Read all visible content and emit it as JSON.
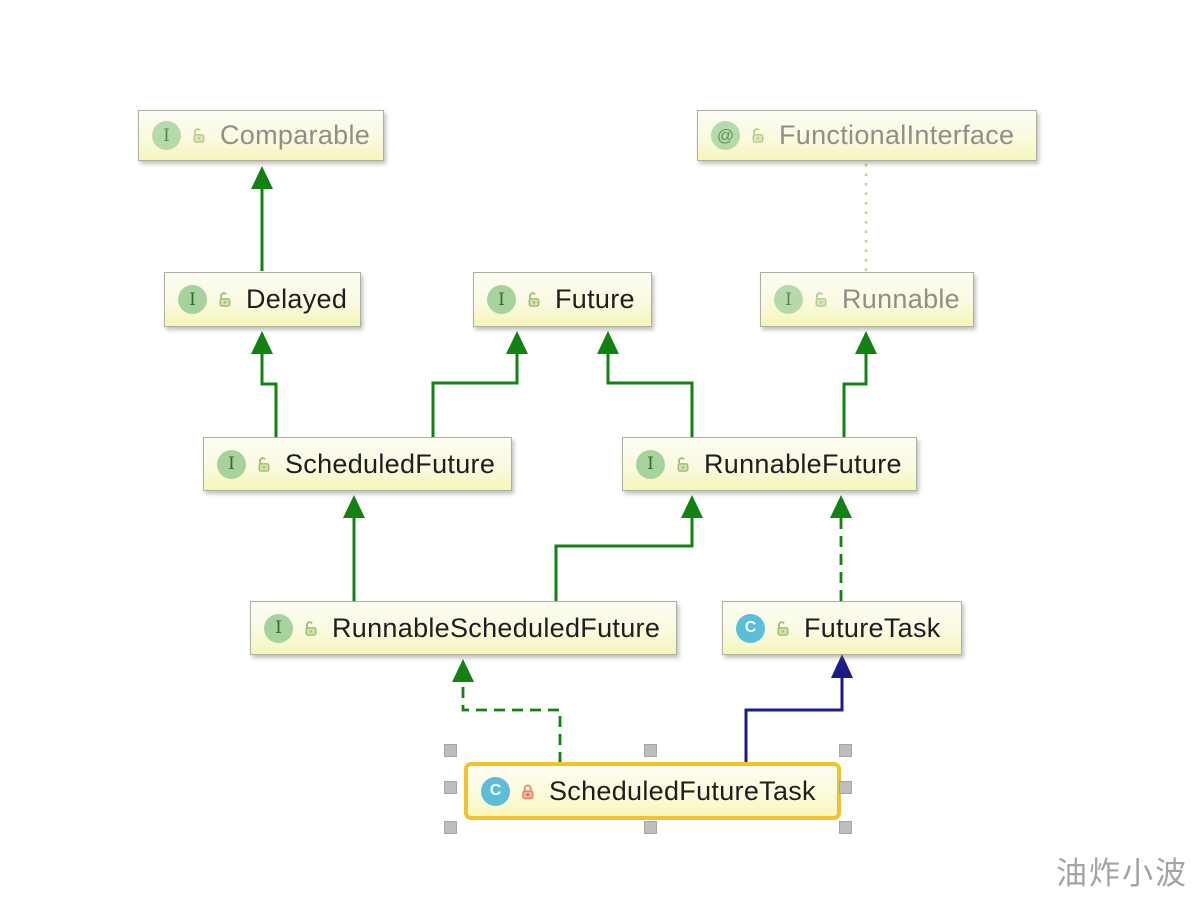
{
  "watermark": "油炸小波",
  "colors": {
    "interface_extends_line": "#128212",
    "class_extends_line": "#1b1b8a",
    "annotation_link_line": "#cbcb85",
    "selection_border": "#f2c12e",
    "interface_badge": "#a6d29c",
    "class_badge": "#5cbdd8",
    "node_fill_bottom": "#f5f5b9"
  },
  "nodes": {
    "comparable": {
      "label": "Comparable",
      "kind": "interface",
      "icon_letter": "I",
      "access": "public"
    },
    "functional_interface": {
      "label": "FunctionalInterface",
      "kind": "annotation",
      "icon_letter": "@",
      "access": "public"
    },
    "delayed": {
      "label": "Delayed",
      "kind": "interface",
      "icon_letter": "I",
      "access": "public"
    },
    "future": {
      "label": "Future",
      "kind": "interface",
      "icon_letter": "I",
      "access": "public"
    },
    "runnable": {
      "label": "Runnable",
      "kind": "interface",
      "icon_letter": "I",
      "access": "public"
    },
    "scheduled_future": {
      "label": "ScheduledFuture",
      "kind": "interface",
      "icon_letter": "I",
      "access": "public"
    },
    "runnable_future": {
      "label": "RunnableFuture",
      "kind": "interface",
      "icon_letter": "I",
      "access": "public"
    },
    "runnable_scheduled_future": {
      "label": "RunnableScheduledFuture",
      "kind": "interface",
      "icon_letter": "I",
      "access": "public"
    },
    "future_task": {
      "label": "FutureTask",
      "kind": "class",
      "icon_letter": "C",
      "access": "public"
    },
    "scheduled_future_task": {
      "label": "ScheduledFutureTask",
      "kind": "class",
      "icon_letter": "C",
      "access": "private",
      "selected": true
    }
  },
  "edges": [
    {
      "from": "Delayed",
      "to": "Comparable",
      "relation": "extends",
      "line": "solid",
      "color": "#128212"
    },
    {
      "from": "ScheduledFuture",
      "to": "Delayed",
      "relation": "extends",
      "line": "solid",
      "color": "#128212"
    },
    {
      "from": "ScheduledFuture",
      "to": "Future",
      "relation": "extends",
      "line": "solid",
      "color": "#128212"
    },
    {
      "from": "RunnableFuture",
      "to": "Future",
      "relation": "extends",
      "line": "solid",
      "color": "#128212"
    },
    {
      "from": "RunnableFuture",
      "to": "Runnable",
      "relation": "extends",
      "line": "solid",
      "color": "#128212"
    },
    {
      "from": "FunctionalInterface",
      "to": "Runnable",
      "relation": "annotates",
      "line": "dotted",
      "color": "#cbcb85"
    },
    {
      "from": "RunnableScheduledFuture",
      "to": "ScheduledFuture",
      "relation": "extends",
      "line": "solid",
      "color": "#128212"
    },
    {
      "from": "RunnableScheduledFuture",
      "to": "RunnableFuture",
      "relation": "extends",
      "line": "solid",
      "color": "#128212"
    },
    {
      "from": "FutureTask",
      "to": "RunnableFuture",
      "relation": "implements",
      "line": "dashed",
      "color": "#128212"
    },
    {
      "from": "ScheduledFutureTask",
      "to": "RunnableScheduledFuture",
      "relation": "implements",
      "line": "dashed",
      "color": "#128212"
    },
    {
      "from": "ScheduledFutureTask",
      "to": "FutureTask",
      "relation": "extends",
      "line": "solid",
      "color": "#1b1b8a"
    }
  ]
}
